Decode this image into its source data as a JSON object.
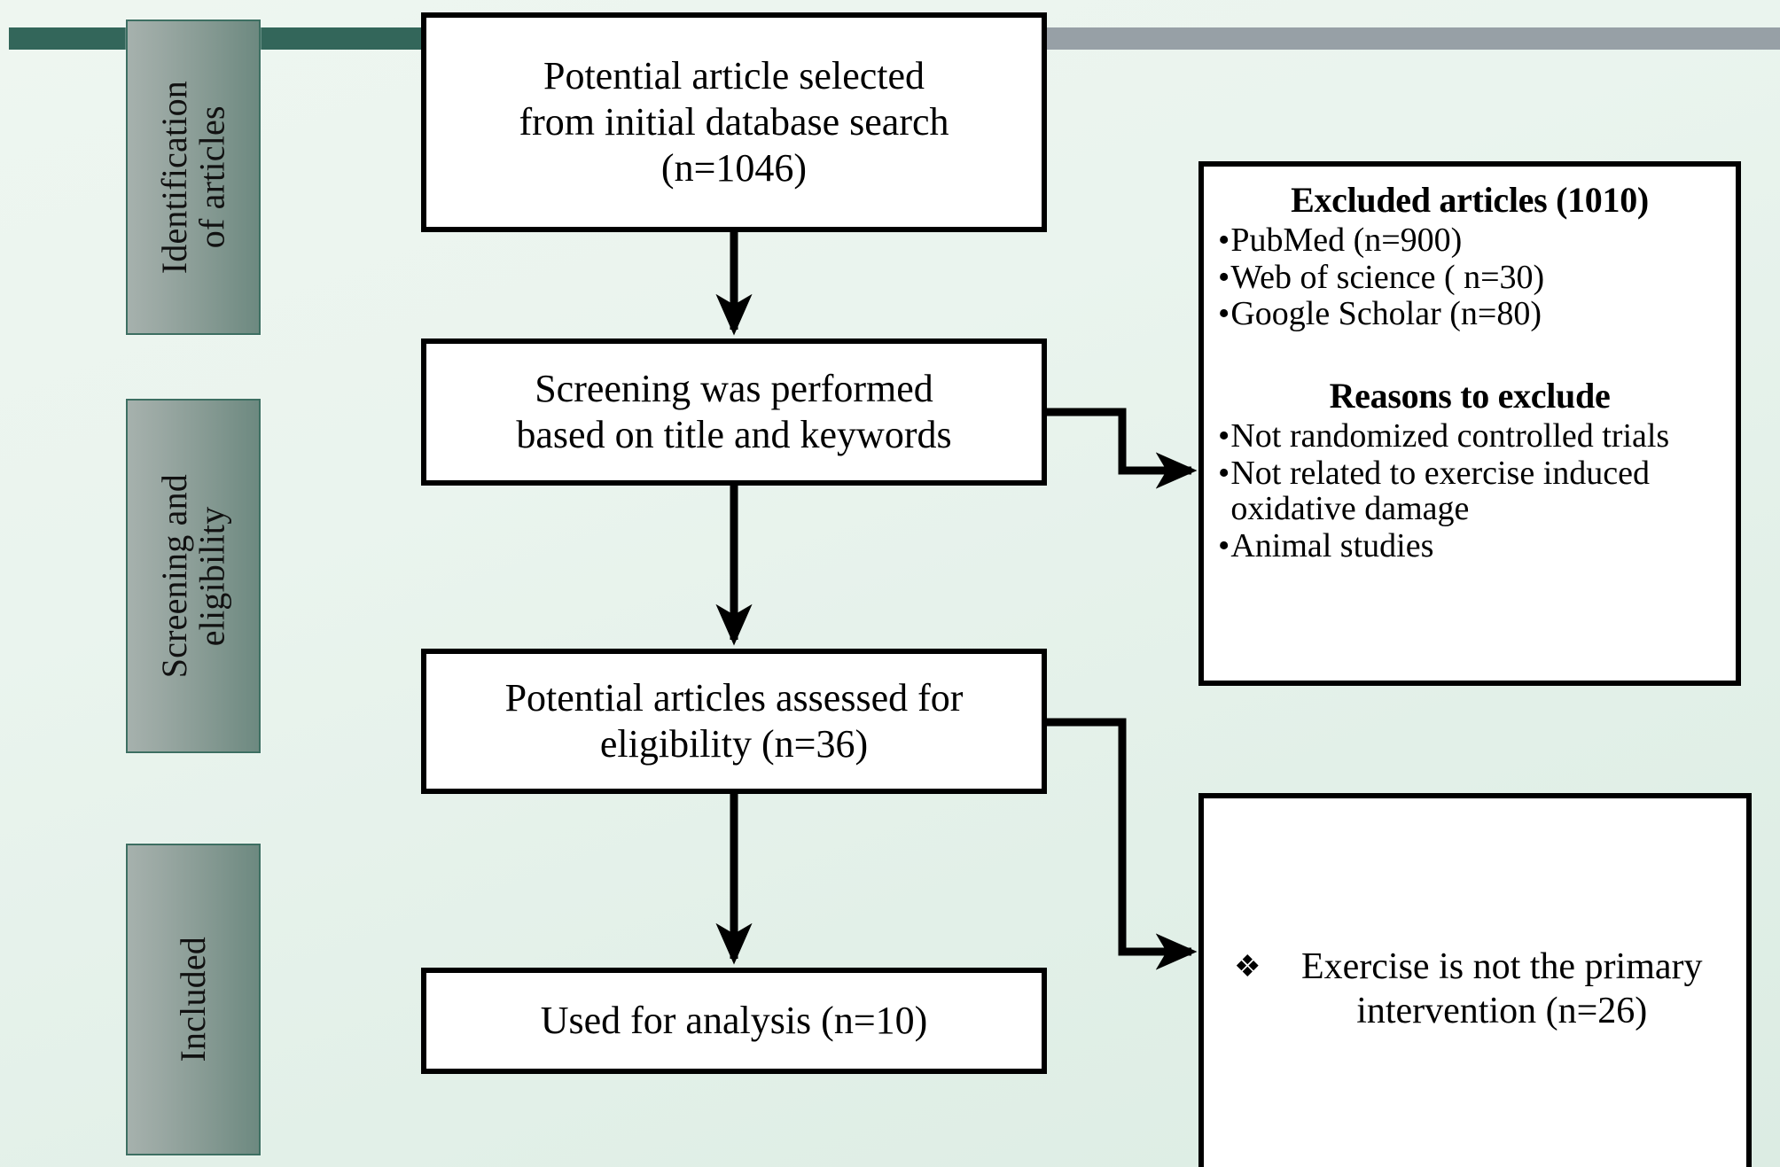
{
  "decor": {
    "bar_dark_color": "#33665a",
    "bar_green_color": "#82ab3a",
    "bar_gray_color": "#97a0a6",
    "background_color": "#e9f3ed",
    "stage_border_color": "#3d6f62"
  },
  "stages": [
    {
      "label": "Identification\nof articles"
    },
    {
      "label": "Screening and\neligibility"
    },
    {
      "label": "Included"
    }
  ],
  "flow": {
    "identification": "Potential article selected\nfrom initial database search\n(n=1046)",
    "screening": "Screening was performed\nbased on title and keywords",
    "eligibility": "Potential articles assessed for\neligibility (n=36)",
    "analysis": "Used for analysis (n=10)"
  },
  "excluded": {
    "title": "Excluded articles (1010)",
    "sources": [
      {
        "bullet": "•",
        "text": "PubMed (n=900)"
      },
      {
        "bullet": "•",
        "text": "Web of science ( n=30)"
      },
      {
        "bullet": "•",
        "text": "Google Scholar (n=80)"
      }
    ],
    "reasons_title": "Reasons to exclude",
    "reasons": [
      {
        "bullet": "•",
        "text": "Not randomized controlled trials"
      },
      {
        "bullet": "•",
        "text": "Not related to exercise induced oxidative damage"
      },
      {
        "bullet": "•",
        "text": "Animal studies"
      }
    ]
  },
  "not_primary": {
    "bullet": "❖",
    "text": "Exercise is not the primary intervention (n=26)"
  },
  "chart_data": {
    "type": "diagram",
    "title": "PRISMA study selection flow diagram",
    "nodes": [
      {
        "id": "identification",
        "label": "Potential article selected from initial database search (n=1046)",
        "n": 1046,
        "stage": "Identification of articles"
      },
      {
        "id": "screening",
        "label": "Screening was performed based on title and keywords",
        "stage": "Screening and eligibility"
      },
      {
        "id": "eligibility",
        "label": "Potential articles assessed for eligibility (n=36)",
        "n": 36,
        "stage": "Screening and eligibility"
      },
      {
        "id": "analysis",
        "label": "Used for analysis (n=10)",
        "n": 10,
        "stage": "Included"
      },
      {
        "id": "excluded",
        "label": "Excluded articles (1010)",
        "n": 1010,
        "stage": "Screening and eligibility"
      },
      {
        "id": "not_primary",
        "label": "Exercise is not the primary intervention (n=26)",
        "n": 26,
        "stage": "Included"
      }
    ],
    "edges": [
      {
        "from": "identification",
        "to": "screening"
      },
      {
        "from": "screening",
        "to": "eligibility"
      },
      {
        "from": "screening",
        "to": "excluded"
      },
      {
        "from": "eligibility",
        "to": "analysis"
      },
      {
        "from": "eligibility",
        "to": "not_primary"
      }
    ]
  }
}
